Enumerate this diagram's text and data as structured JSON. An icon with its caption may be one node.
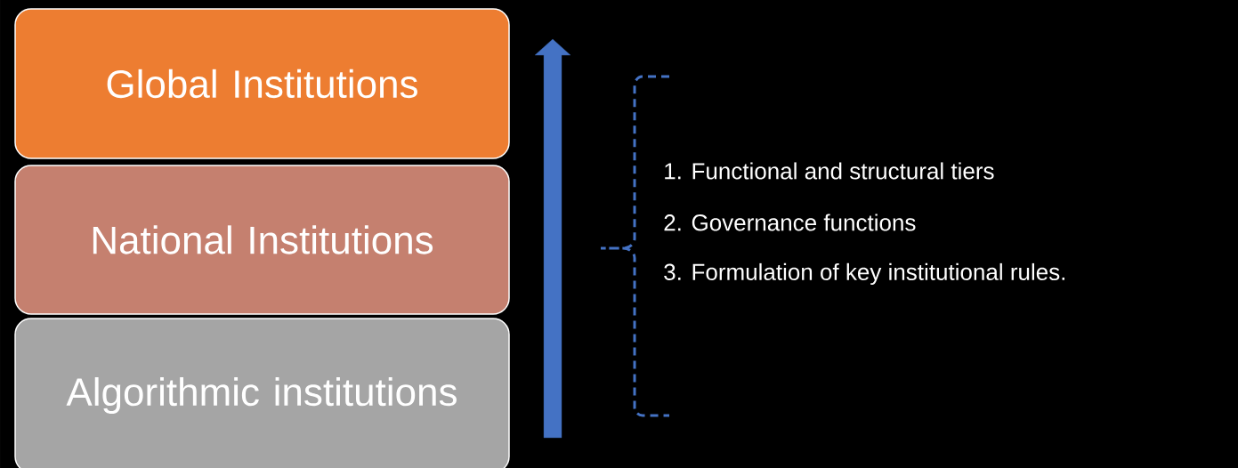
{
  "diagram": {
    "nodes": [
      {
        "text": [
          "Global Institutions"
        ]
      },
      {
        "text": [
          "National Institutions"
        ]
      },
      {
        "text": [
          "Algorithmic institutions"
        ]
      }
    ],
    "labels": [
      "1. Functional and structural tiers",
      "2. Governance functions",
      "3. Formulation of key institutional rules."
    ]
  }
}
